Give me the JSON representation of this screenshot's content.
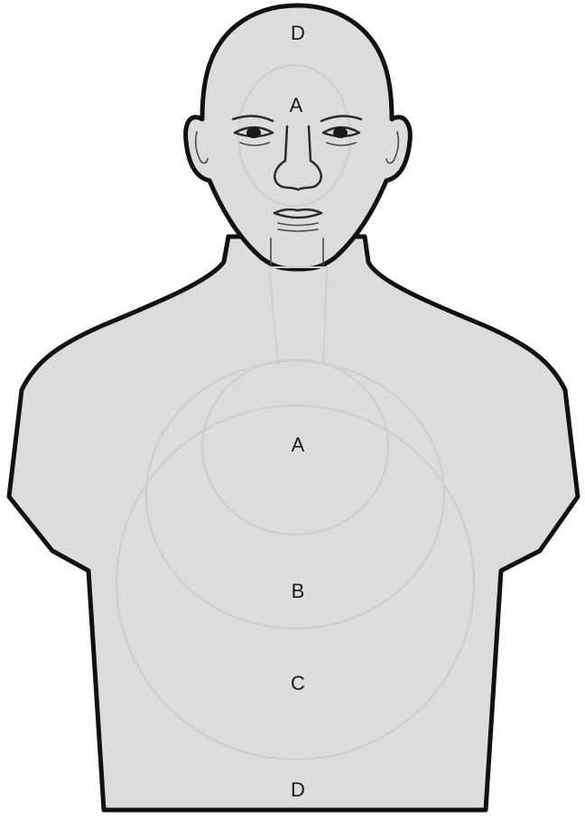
{
  "colors": {
    "background": "#ffffff",
    "silhouette_fill": "#dcdcdc",
    "silhouette_outline": "#111111",
    "ring_stroke": "#cdcdcd",
    "label_color": "#1a1a1a"
  },
  "head": {
    "top_label": "D",
    "center_label": "A"
  },
  "torso": {
    "zone_a_label": "A",
    "zone_b_label": "B",
    "zone_c_label": "C",
    "bottom_label": "D"
  }
}
